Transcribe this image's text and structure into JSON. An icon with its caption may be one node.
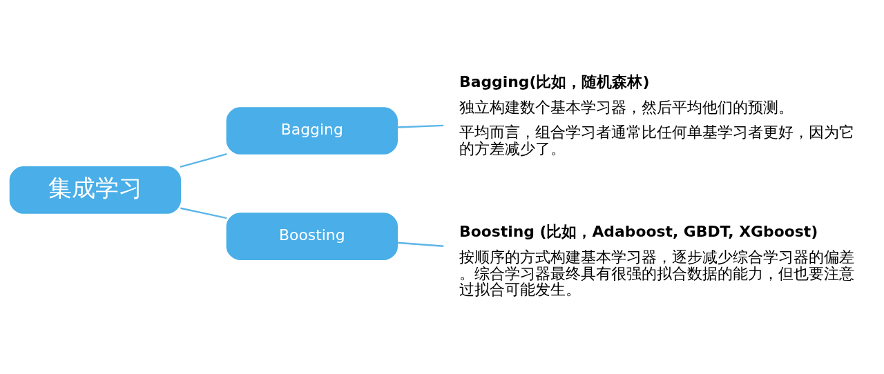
{
  "diagram": {
    "nodes": [
      {
        "text": [
          "集成学习"
        ]
      },
      {
        "text": [
          "Bagging"
        ]
      },
      {
        "text": [
          "Boosting"
        ]
      },
      {
        "text": [
          "Bagging(比如，随机森林)",
          "独立构建数个基本学习器，然后平均他们的预测。",
          "平均而言，组合学习者通常比任何单基学习者更好，因为它的方差减少了。"
        ]
      },
      {
        "text": [
          "Boosting (比如，Adaboost, GBDT, XGboost)",
          "按顺序的方式构建基本学习器，逐步减少综合学习器的偏差。综合学习器最终具有很强的拟合数据的能力，但也要注意过拟合可能发生。"
        ]
      }
    ],
    "edges": [
      {
        "from": 0,
        "to": 1,
        "arrow": "none"
      },
      {
        "from": 0,
        "to": 2,
        "arrow": "none"
      },
      {
        "from": 1,
        "to": 3,
        "arrow": "none"
      },
      {
        "from": 2,
        "to": 4,
        "arrow": "none"
      }
    ]
  }
}
